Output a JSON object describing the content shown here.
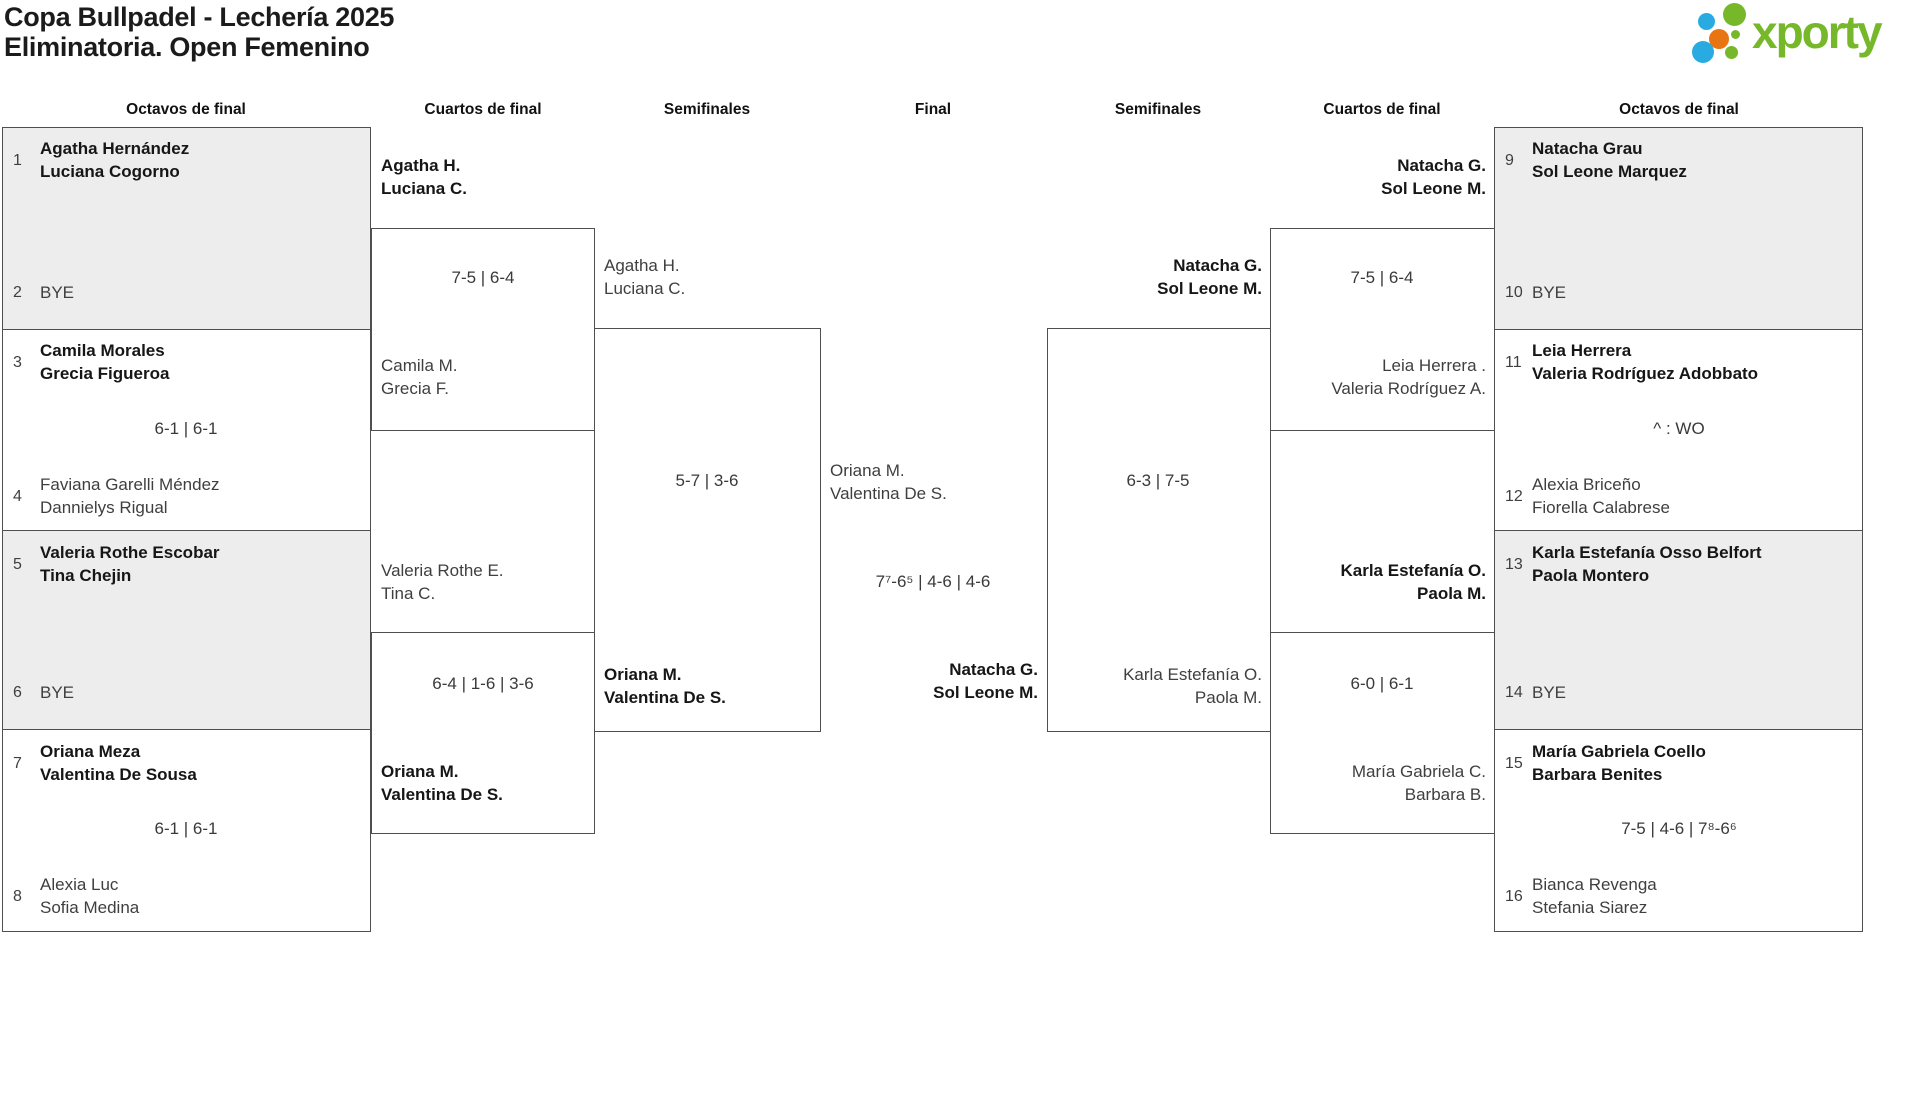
{
  "title": {
    "line1": "Copa Bullpadel - Lechería 2025",
    "line2": "Eliminatoria. Open Femenino"
  },
  "logo": {
    "brand": "xporty",
    "colors": {
      "green": "#76b82a",
      "blue": "#29abe2",
      "orange": "#e87511"
    }
  },
  "round_headers": [
    "Octavos de final",
    "Cuartos de final",
    "Semifinales",
    "Final",
    "Semifinales",
    "Cuartos de final",
    "Octavos de final"
  ],
  "style": {
    "box_border": "#4f4f4f",
    "box_gray_fill": "#ededed",
    "winner_text": "#161616",
    "loser_text": "#3f3f3f"
  },
  "matches": {
    "r16_l1": {
      "seed_top": "1",
      "top": [
        "Agatha Hernández",
        "Luciana Cogorno"
      ],
      "seed_bottom": "2",
      "bottom": [
        "BYE"
      ],
      "score": ""
    },
    "r16_l2": {
      "seed_top": "3",
      "top": [
        "Camila Morales",
        "Grecia Figueroa"
      ],
      "seed_bottom": "4",
      "bottom": [
        "Faviana Garelli Méndez",
        "Dannielys Rigual"
      ],
      "score": "6-1 | 6-1"
    },
    "r16_l3": {
      "seed_top": "5",
      "top": [
        "Valeria Rothe Escobar",
        "Tina Chejin"
      ],
      "seed_bottom": "6",
      "bottom": [
        "BYE"
      ],
      "score": ""
    },
    "r16_l4": {
      "seed_top": "7",
      "top": [
        "Oriana Meza",
        "Valentina De Sousa"
      ],
      "seed_bottom": "8",
      "bottom": [
        "Alexia Luc",
        "Sofia Medina"
      ],
      "score": "6-1 | 6-1"
    },
    "qf_l1": {
      "top": [
        "Agatha H.",
        "Luciana C."
      ],
      "bottom": [
        "Camila M.",
        "Grecia F."
      ],
      "score": "7-5 | 6-4"
    },
    "qf_l2": {
      "top": [
        "Valeria Rothe E.",
        "Tina C."
      ],
      "bottom": [
        "Oriana M.",
        "Valentina De S."
      ],
      "score": "6-4 | 1-6 | 3-6"
    },
    "sf_l": {
      "top": [
        "Agatha H.",
        "Luciana C."
      ],
      "bottom": [
        "Oriana M.",
        "Valentina De S."
      ],
      "score": "5-7 | 3-6"
    },
    "final": {
      "top": [
        "Oriana M.",
        "Valentina De S."
      ],
      "bottom": [
        "Natacha G.",
        "Sol Leone M."
      ],
      "score": "7⁷-6⁵ | 4-6 | 4-6"
    },
    "sf_r": {
      "top": [
        "Natacha G.",
        "Sol Leone M."
      ],
      "bottom": [
        "Karla Estefanía O.",
        "Paola M."
      ],
      "score": "6-3 | 7-5"
    },
    "qf_r1": {
      "top": [
        "Natacha G.",
        "Sol Leone M."
      ],
      "bottom": [
        "Leia Herrera .",
        "Valeria Rodríguez A."
      ],
      "score": "7-5 | 6-4"
    },
    "qf_r2": {
      "top": [
        "Karla Estefanía O.",
        "Paola M."
      ],
      "bottom": [
        "María Gabriela C.",
        "Barbara B."
      ],
      "score": "6-0 | 6-1"
    },
    "r16_r1": {
      "seed_top": "9",
      "top": [
        "Natacha Grau",
        "Sol Leone Marquez"
      ],
      "seed_bottom": "10",
      "bottom": [
        "BYE"
      ],
      "score": ""
    },
    "r16_r2": {
      "seed_top": "11",
      "top": [
        "Leia Herrera",
        "Valeria Rodríguez Adobbato"
      ],
      "seed_bottom": "12",
      "bottom": [
        "Alexia Briceño",
        "Fiorella Calabrese"
      ],
      "score": "^ : WO"
    },
    "r16_r3": {
      "seed_top": "13",
      "top": [
        "Karla Estefanía Osso Belfort",
        "Paola Montero"
      ],
      "seed_bottom": "14",
      "bottom": [
        "BYE"
      ],
      "score": ""
    },
    "r16_r4": {
      "seed_top": "15",
      "top": [
        "María Gabriela Coello",
        "Barbara Benites"
      ],
      "seed_bottom": "16",
      "bottom": [
        "Bianca Revenga",
        "Stefania Siarez"
      ],
      "score": "7-5 | 4-6 | 7⁸-6⁶"
    }
  }
}
